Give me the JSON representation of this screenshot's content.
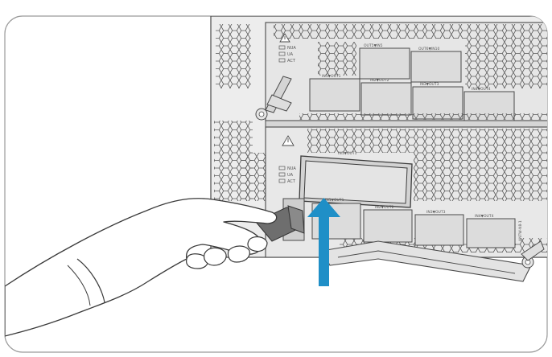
{
  "figure": {
    "module_upper": {
      "status_leds": [
        "NUA",
        "UA",
        "ACT"
      ],
      "port_labels_top": [
        "OUT5▼IN5",
        "OUT6▼IN10"
      ],
      "port_labels_bottom": [
        "IN1▼OUT1",
        "IN2▼OUT2",
        "IN3▼OUT3",
        "IN4▼OUT4"
      ]
    },
    "module_lower": {
      "status_leds": [
        "NUA",
        "UA",
        "ACT"
      ],
      "port_label_top": "IN1▼OUT1",
      "port_labels_bottom": [
        "IN1▼OUT1",
        "IN2▼OUT2",
        "IN3▼OUT3",
        "IN4▼OUT4"
      ],
      "model_label": "ANTW-N8-1"
    },
    "colors": {
      "arrow": "#1f8fc7",
      "outline": "#4a4a4a",
      "panel_fill": "#e9e9e9",
      "port_fill": "#dcdcdc",
      "tool_fill": "#6e6e6e"
    },
    "icons": [
      "warning-triangle-icon",
      "hand-illustration",
      "insert-arrow-icon"
    ]
  }
}
